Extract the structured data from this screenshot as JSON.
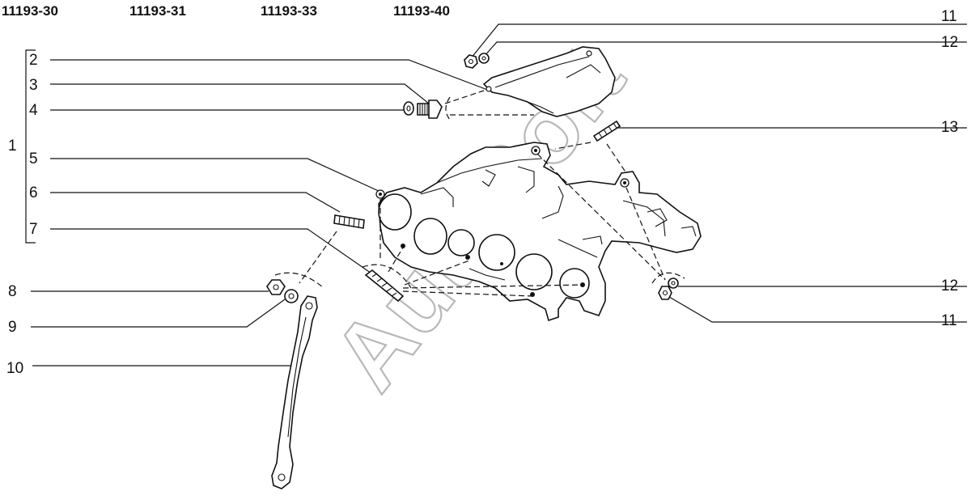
{
  "headers": [
    "11193-30",
    "11193-31",
    "11193-33",
    "11193-40"
  ],
  "callouts_left": [
    "1",
    "2",
    "3",
    "4",
    "5",
    "6",
    "7",
    "8",
    "9",
    "10"
  ],
  "callouts_right": [
    "11",
    "12",
    "13",
    "12",
    "11"
  ],
  "watermark": "AutoSoft"
}
